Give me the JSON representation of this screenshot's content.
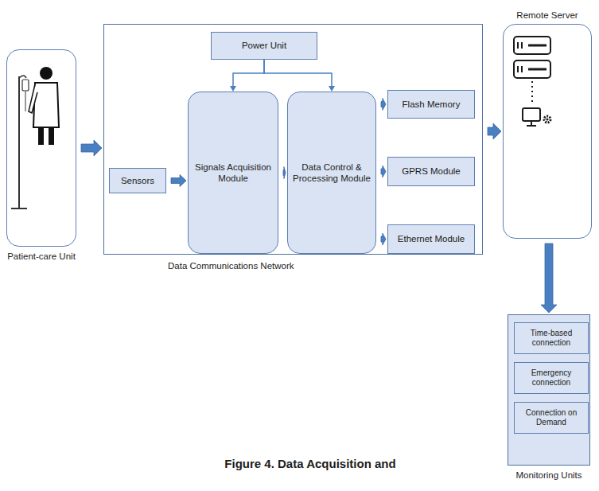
{
  "diagram": {
    "caption": "Figure 4. Data Acquisition and",
    "nodes": [
      {
        "text": [
          "Patient-care Unit"
        ]
      },
      {
        "text": [
          "Data Communications Network"
        ]
      },
      {
        "text": [
          "Power Unit"
        ],
        "in": 1
      },
      {
        "text": [
          "Sensors"
        ],
        "in": 1
      },
      {
        "text": [
          "Signals Acquisition Module"
        ],
        "in": 1
      },
      {
        "text": [
          "Data Control & Processing Module"
        ],
        "in": 1
      },
      {
        "text": [
          "Flash Memory"
        ],
        "in": 1
      },
      {
        "text": [
          "GPRS Module"
        ],
        "in": 1
      },
      {
        "text": [
          "Ethernet Module"
        ],
        "in": 1
      },
      {
        "text": [
          "Remote Server"
        ]
      },
      {
        "text": [
          "Monitoring Units"
        ]
      },
      {
        "text": [
          "Time-based connection"
        ],
        "in": 10
      },
      {
        "text": [
          "Emergency connection"
        ],
        "in": 10
      },
      {
        "text": [
          "Connection on Demand"
        ],
        "in": 10
      }
    ],
    "edges": [
      {
        "from": 0,
        "to": 1,
        "arrow": "to"
      },
      {
        "from": 3,
        "to": 4,
        "arrow": "to"
      },
      {
        "from": 2,
        "to": 4,
        "arrow": "to"
      },
      {
        "from": 2,
        "to": 5,
        "arrow": "to"
      },
      {
        "from": 4,
        "to": 5,
        "arrow": "to"
      },
      {
        "from": 5,
        "to": 6,
        "arrow": "to"
      },
      {
        "from": 5,
        "to": 7,
        "arrow": "to"
      },
      {
        "from": 5,
        "to": 8,
        "arrow": "to"
      },
      {
        "from": 1,
        "to": 9,
        "arrow": "to"
      },
      {
        "from": 9,
        "to": 10,
        "arrow": "to"
      }
    ]
  }
}
